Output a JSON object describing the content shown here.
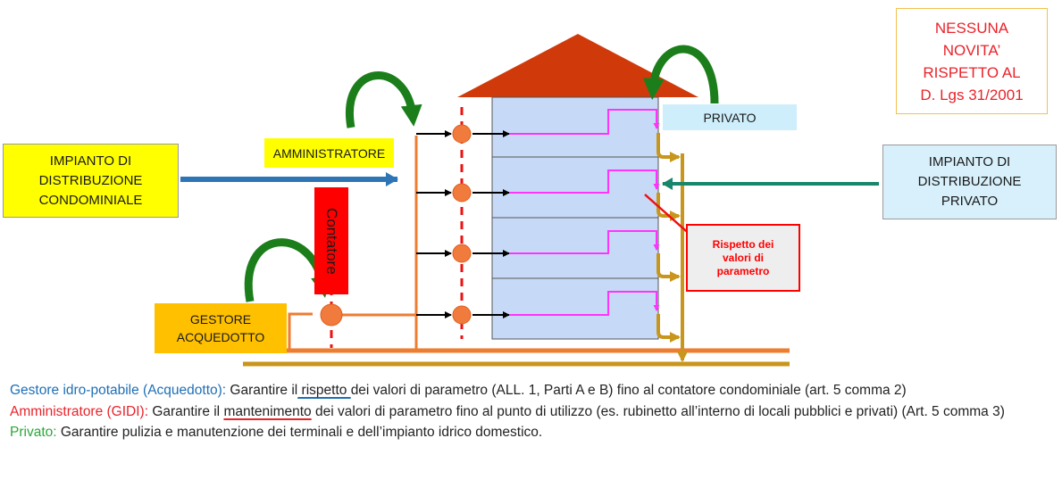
{
  "labels": {
    "nessuna": "NESSUNA\nNOVITA’\nRISPETTO AL\nD. Lgs 31/2001",
    "impianto_condominiale": "IMPIANTO DI\nDISTRIBUZIONE\nCONDOMINIALE",
    "impianto_privato": "IMPIANTO DI\nDISTRIBUZIONE\nPRIVATO",
    "amministratore": "AMMINISTRATORE",
    "privato": "PRIVATO",
    "gestore": "GESTORE\nACQUEDOTTO",
    "contatore": "Contatore",
    "rispetto": "Rispetto dei\nvalori di\nparametro"
  },
  "legend": {
    "line1": {
      "role": "Gestore idro-potabile (Acquedotto):",
      "text_before": " Garantire il",
      "keyword": " rispetto ",
      "text_after": "dei valori di parametro (ALL. 1, Parti A e B) fino al contatore condominiale (art. 5 comma 2)"
    },
    "line2": {
      "role": "Amministratore (GIDI):",
      "text_before": " Garantire il ",
      "keyword": "mantenimento",
      "text_after": " dei valori di parametro fino al punto di utilizzo (es. rubinetto all’interno di locali pubblici e privati) (Art. 5 comma 3)"
    },
    "line3": {
      "role": "Privato:",
      "text": " Garantire pulizia e manutenzione dei terminali e dell’impianto idrico domestico."
    }
  },
  "colors": {
    "roof": "#d03a0a",
    "floor_fill": "#c6daf7",
    "orange_pipe": "#ed7d31",
    "gold_pipe": "#c8961c",
    "magenta_pipe": "#ff33ff",
    "red_dash": "#ee1111",
    "blue_arrow": "#2e75b6",
    "teal_arrow": "#17866b",
    "green_curve": "#1b7e1b",
    "valve": "#f07b3c"
  }
}
